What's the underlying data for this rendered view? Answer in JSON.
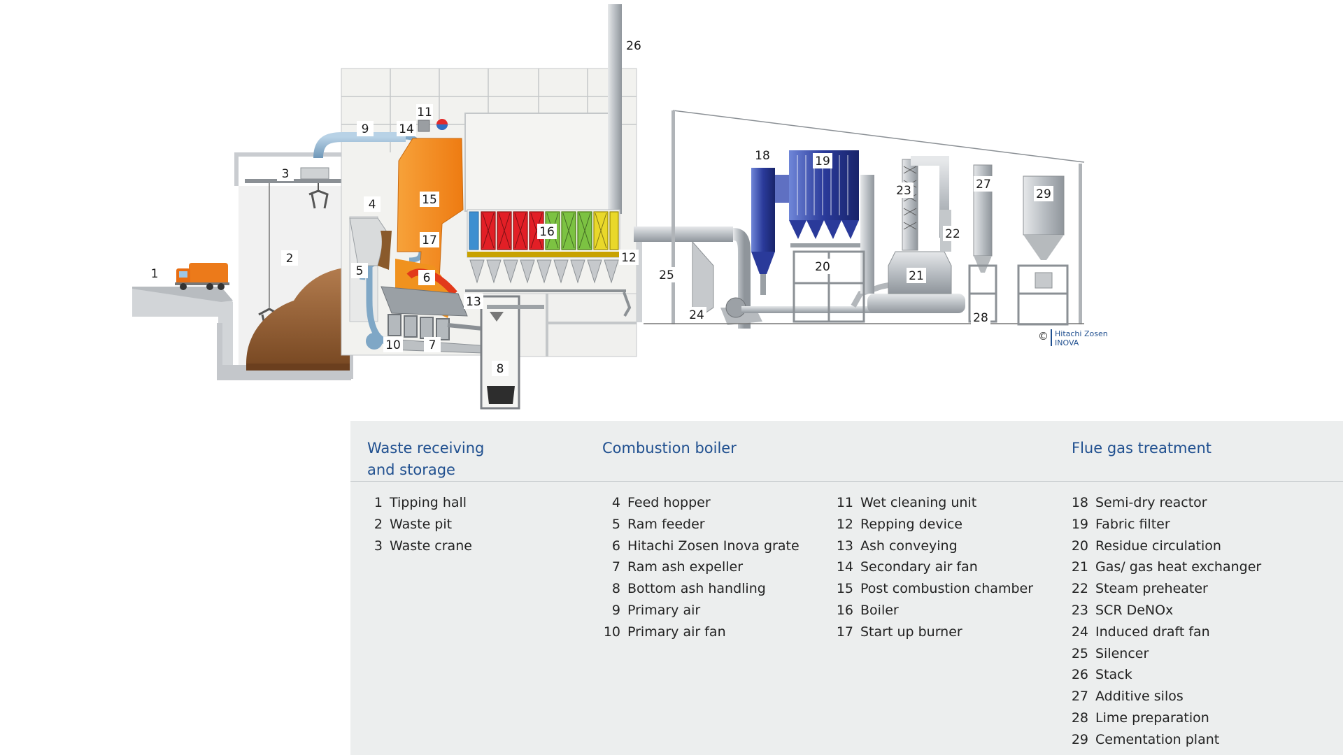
{
  "diagram": {
    "callouts": [
      "1",
      "2",
      "3",
      "4",
      "5",
      "6",
      "7",
      "8",
      "9",
      "10",
      "11",
      "12",
      "13",
      "14",
      "15",
      "16",
      "17",
      "18",
      "19",
      "20",
      "21",
      "22",
      "23",
      "24",
      "25",
      "26",
      "27",
      "28",
      "29"
    ],
    "copyright": {
      "symbol": "©",
      "line1": "Hitachi Zosen",
      "line2": "INOVA"
    }
  },
  "colors": {
    "accent": "#1f4f8f",
    "boiler_orange": "#f08a1e",
    "filter_blue": "#2a3a9a",
    "legend_bg": "#eceeee"
  },
  "legend": {
    "categories": [
      {
        "title_line1": "Waste receiving",
        "title_line2": "and storage"
      },
      {
        "title_line1": "Combustion boiler",
        "title_line2": ""
      },
      {
        "title_line1": "Flue gas treatment",
        "title_line2": ""
      }
    ],
    "columns": [
      [
        {
          "num": "1",
          "label": "Tipping hall"
        },
        {
          "num": "2",
          "label": "Waste pit"
        },
        {
          "num": "3",
          "label": "Waste crane"
        }
      ],
      [
        {
          "num": "4",
          "label": "Feed hopper"
        },
        {
          "num": "5",
          "label": "Ram feeder"
        },
        {
          "num": "6",
          "label": "Hitachi Zosen Inova grate"
        },
        {
          "num": "7",
          "label": "Ram ash expeller"
        },
        {
          "num": "8",
          "label": "Bottom ash handling"
        },
        {
          "num": "9",
          "label": "Primary air"
        },
        {
          "num": "10",
          "label": "Primary air fan"
        }
      ],
      [
        {
          "num": "11",
          "label": "Wet cleaning unit"
        },
        {
          "num": "12",
          "label": "Repping device"
        },
        {
          "num": "13",
          "label": "Ash conveying"
        },
        {
          "num": "14",
          "label": "Secondary air fan"
        },
        {
          "num": "15",
          "label": "Post combustion chamber"
        },
        {
          "num": "16",
          "label": "Boiler"
        },
        {
          "num": "17",
          "label": "Start up burner"
        }
      ],
      [
        {
          "num": "18",
          "label": "Semi-dry reactor"
        },
        {
          "num": "19",
          "label": "Fabric filter"
        },
        {
          "num": "20",
          "label": "Residue circulation"
        },
        {
          "num": "21",
          "label": "Gas/ gas heat exchanger"
        },
        {
          "num": "22",
          "label": "Steam preheater"
        },
        {
          "num": "23",
          "label": "SCR DeNOx"
        },
        {
          "num": "24",
          "label": "Induced draft fan"
        },
        {
          "num": "25",
          "label": "Silencer"
        },
        {
          "num": "26",
          "label": "Stack"
        },
        {
          "num": "27",
          "label": "Additive silos"
        },
        {
          "num": "28",
          "label": "Lime preparation"
        },
        {
          "num": "29",
          "label": "Cementation plant"
        }
      ]
    ]
  }
}
